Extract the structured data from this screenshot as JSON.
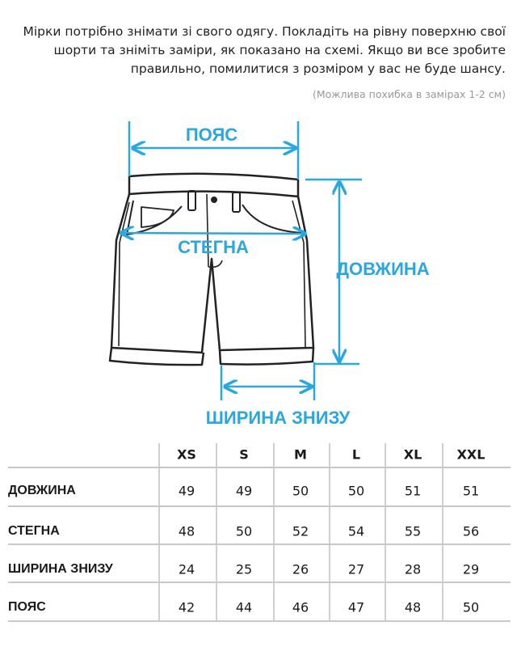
{
  "intro_text": "Мірки потрібно знімати зі свого одягу. Покладіть на рівну поверхню свої шорти та зніміть заміри, як показано на схемі. Якщо ви все зробите правильно, помилитися з розміром у вас не буде шансу.",
  "note": "(Можлива похибка в замірах 1-2 см)",
  "diagram": {
    "labels": {
      "waist": "ПОЯС",
      "hips": "СТЕГНА",
      "length": "ДОВЖИНА",
      "hem_width": "ШИРИНА ЗНИЗУ"
    },
    "accent_color": "#2aa7df"
  },
  "table": {
    "sizes": [
      "XS",
      "S",
      "M",
      "L",
      "XL",
      "XXL"
    ],
    "rows": [
      {
        "label": "ДОВЖИНА",
        "values": [
          "49",
          "49",
          "50",
          "50",
          "51",
          "51"
        ]
      },
      {
        "label": "СТЕГНА",
        "values": [
          "48",
          "50",
          "52",
          "54",
          "55",
          "56"
        ]
      },
      {
        "label": "ШИРИНА ЗНИЗУ",
        "values": [
          "24",
          "25",
          "26",
          "27",
          "28",
          "29"
        ]
      },
      {
        "label": "ПОЯС",
        "values": [
          "42",
          "44",
          "46",
          "47",
          "48",
          "50"
        ]
      }
    ]
  }
}
